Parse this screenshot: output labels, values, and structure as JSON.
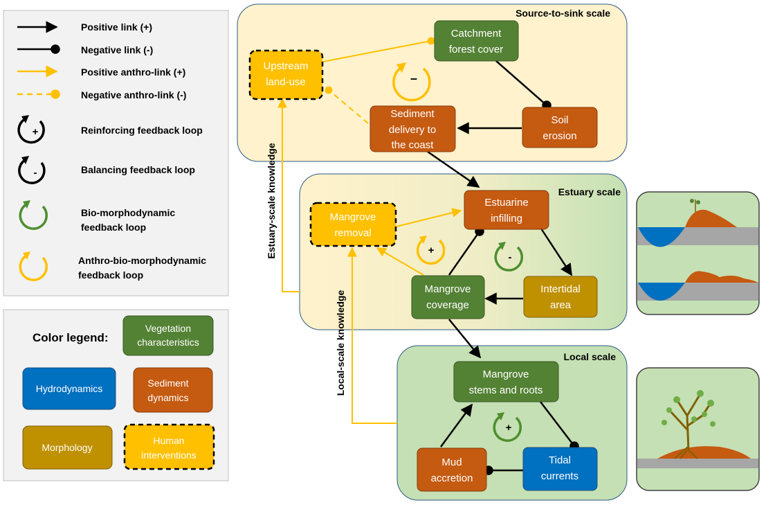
{
  "legend": {
    "links": [
      {
        "label": "Positive link (+)"
      },
      {
        "label": "Negative link (-)"
      },
      {
        "label": "Positive anthro-link (+)"
      },
      {
        "label": "Negative anthro-link (-)"
      }
    ],
    "loops": [
      {
        "line1": "Reinforcing feedback loop",
        "line2": "",
        "symbol": "+"
      },
      {
        "line1": "Balancing feedback loop",
        "line2": "",
        "symbol": "-"
      },
      {
        "line1": "Bio-morphodynamic",
        "line2": "feedback loop",
        "symbol": ""
      },
      {
        "line1": "Anthro-bio-morphodynamic",
        "line2": "feedback loop",
        "symbol": ""
      }
    ]
  },
  "color_legend": {
    "title": "Color legend:",
    "vegetation": {
      "line1": "Vegetation",
      "line2": "characteristics"
    },
    "hydro": {
      "line1": "Hydrodynamics"
    },
    "sediment": {
      "line1": "Sediment",
      "line2": "dynamics"
    },
    "morphology": {
      "line1": "Morphology"
    },
    "human": {
      "line1": "Human",
      "line2": "interventions"
    }
  },
  "colors": {
    "vegetation": "#548235",
    "hydro": "#0070C0",
    "sediment": "#C55A11",
    "morphology": "#BF9000",
    "human": "#FFC000",
    "positive_link": "#000000",
    "anthro_link": "#FFC000",
    "bio_loop": "#4E8F2F"
  },
  "scales": {
    "source": "Source-to-sink scale",
    "estuary": "Estuary scale",
    "local": "Local scale"
  },
  "side_labels": {
    "estuary_knowledge": "Estuary-scale knowledge",
    "local_knowledge": "Local-scale knowledge"
  },
  "nodes": {
    "catchment": {
      "line1": "Catchment",
      "line2": "forest cover"
    },
    "upstream": {
      "line1": "Upstream",
      "line2": "land-use"
    },
    "sediment_delivery": {
      "line1": "Sediment",
      "line2": "delivery to",
      "line3": "the coast"
    },
    "soil": {
      "line1": "Soil",
      "line2": "erosion"
    },
    "estuarine": {
      "line1": "Estuarine",
      "line2": "infilling"
    },
    "mangrove_removal": {
      "line1": "Mangrove",
      "line2": "removal"
    },
    "mangrove_coverage": {
      "line1": "Mangrove",
      "line2": "coverage"
    },
    "intertidal": {
      "line1": "Intertidal",
      "line2": "area"
    },
    "stems": {
      "line1": "Mangrove",
      "line2": "stems and roots"
    },
    "mud": {
      "line1": "Mud",
      "line2": "accretion"
    },
    "tidal": {
      "line1": "Tidal",
      "line2": "currents"
    }
  },
  "loop_signs": {
    "source": "–",
    "estuary_anthro": "+",
    "estuary_bio": "-",
    "local_bio": "+"
  }
}
